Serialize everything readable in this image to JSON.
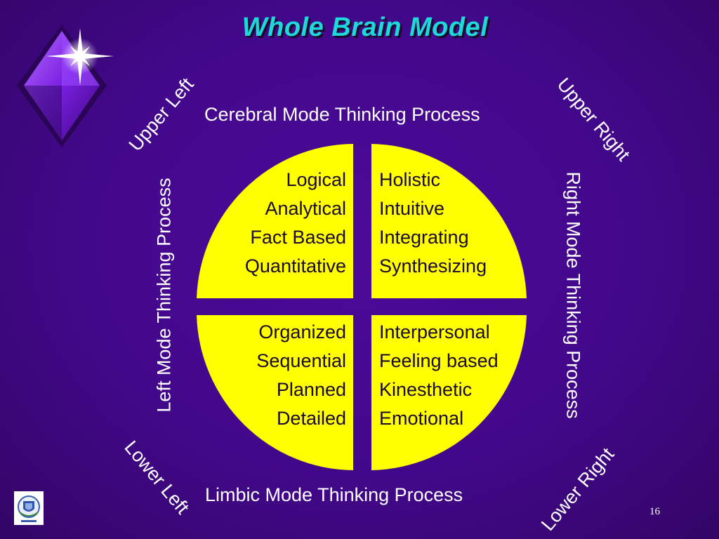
{
  "slide": {
    "title": "Whole Brain Model",
    "top_label": "Cerebral Mode Thinking Process",
    "bottom_label": "Limbic Mode Thinking Process",
    "left_label": "Left Mode Thinking Process",
    "right_label": "Right Mode Thinking Process",
    "corners": {
      "upper_left": "Upper Left",
      "upper_right": "Upper Right",
      "lower_left": "Lower Left",
      "lower_right": "Lower Right"
    },
    "quadrants": {
      "upper_left": [
        "Logical",
        "Analytical",
        "Fact Based",
        "Quantitative"
      ],
      "upper_right": [
        "Holistic",
        "Intuitive",
        "Integrating",
        "Synthesizing"
      ],
      "lower_left": [
        "Organized",
        "Sequential",
        "Planned",
        "Detailed"
      ],
      "lower_right": [
        "Interpersonal",
        "Feeling based",
        "Kinesthetic",
        "Emotional"
      ]
    },
    "slide_number": "16"
  },
  "colors": {
    "background": "#42088a",
    "title": "#1ed9d9",
    "quadrant_fill": "#ffff00",
    "quadrant_text": "#1a0a2e",
    "label_text": "#ffffff"
  },
  "icons": {
    "decoration": "diamond-star-icon",
    "logo": "school-emblem-icon"
  }
}
